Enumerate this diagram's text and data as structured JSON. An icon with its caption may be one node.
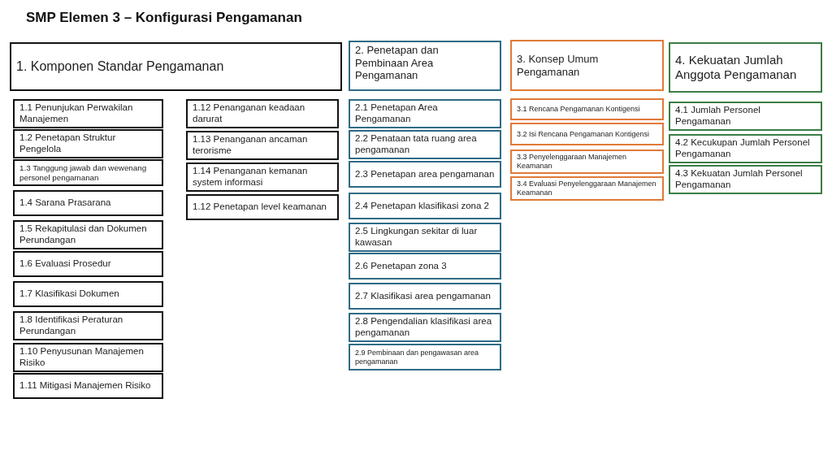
{
  "diagram": {
    "title": "SMP Elemen 3 – Konfigurasi Pengamanan",
    "nodes": [
      {
        "text": [
          "1. Komponen Standar Pengamanan"
        ]
      },
      {
        "text": [
          "1.1 Penunjukan Perwakilan Manajemen"
        ]
      },
      {
        "text": [
          "1.2 Penetapan Struktur Pengelola"
        ]
      },
      {
        "text": [
          "1.3 Tanggung jawab dan wewenang personel pengamanan"
        ]
      },
      {
        "text": [
          "1.4 Sarana Prasarana"
        ]
      },
      {
        "text": [
          "1.5 Rekapitulasi dan Dokumen Perundangan"
        ]
      },
      {
        "text": [
          "1.6 Evaluasi Prosedur"
        ]
      },
      {
        "text": [
          "1.7 Klasifikasi Dokumen"
        ]
      },
      {
        "text": [
          "1.8 Identifikasi Peraturan Perundangan"
        ]
      },
      {
        "text": [
          "1.10 Penyusunan Manajemen Risiko"
        ]
      },
      {
        "text": [
          "1.11 Mitigasi Manajemen Risiko"
        ]
      },
      {
        "text": [
          "1.12 Penanganan keadaan darurat"
        ]
      },
      {
        "text": [
          "1.13 Penanganan ancaman terorisme"
        ]
      },
      {
        "text": [
          "1.14 Penanganan kemanan system informasi"
        ]
      },
      {
        "text": [
          "1.12 Penetapan level keamanan"
        ]
      },
      {
        "text": [
          "2. Penetapan dan Pembinaan Area Pengamanan"
        ]
      },
      {
        "text": [
          "2.1 Penetapan Area Pengamanan"
        ]
      },
      {
        "text": [
          "2.2 Penataan tata ruang area pengamanan"
        ]
      },
      {
        "text": [
          "2.3 Penetapan area pengamanan"
        ]
      },
      {
        "text": [
          "2.4 Penetapan klasifikasi zona 2"
        ]
      },
      {
        "text": [
          "2.5 Lingkungan sekitar di luar kawasan"
        ]
      },
      {
        "text": [
          "2.6 Penetapan zona 3"
        ]
      },
      {
        "text": [
          "2.7 Klasifikasi area pengamanan"
        ]
      },
      {
        "text": [
          "2.8 Pengendalian klasifikasi area pengamanan"
        ]
      },
      {
        "text": [
          "2.9 Pembinaan dan pengawasan area pengamanan"
        ]
      },
      {
        "text": [
          "3. Konsep Umum Pengamanan"
        ]
      },
      {
        "text": [
          "3.1 Rencana Pengamanan Kontigensi"
        ]
      },
      {
        "text": [
          "3.2 Isi Rencana Pengamanan Kontigensi"
        ]
      },
      {
        "text": [
          "3.3 Penyelenggaraan Manajemen Keamanan"
        ]
      },
      {
        "text": [
          "3.4 Evaluasi Penyelenggaraan Manajemen Keamanan"
        ]
      },
      {
        "text": [
          "4. Kekuatan Jumlah Anggota Pengamanan"
        ]
      },
      {
        "text": [
          "4.1 Jumlah Personel Pengamanan"
        ]
      },
      {
        "text": [
          "4.2 Kecukupan Jumlah Personel Pengamanan"
        ]
      },
      {
        "text": [
          "4.3 Kekuatan Jumlah Personel Pengamanan"
        ]
      }
    ]
  }
}
